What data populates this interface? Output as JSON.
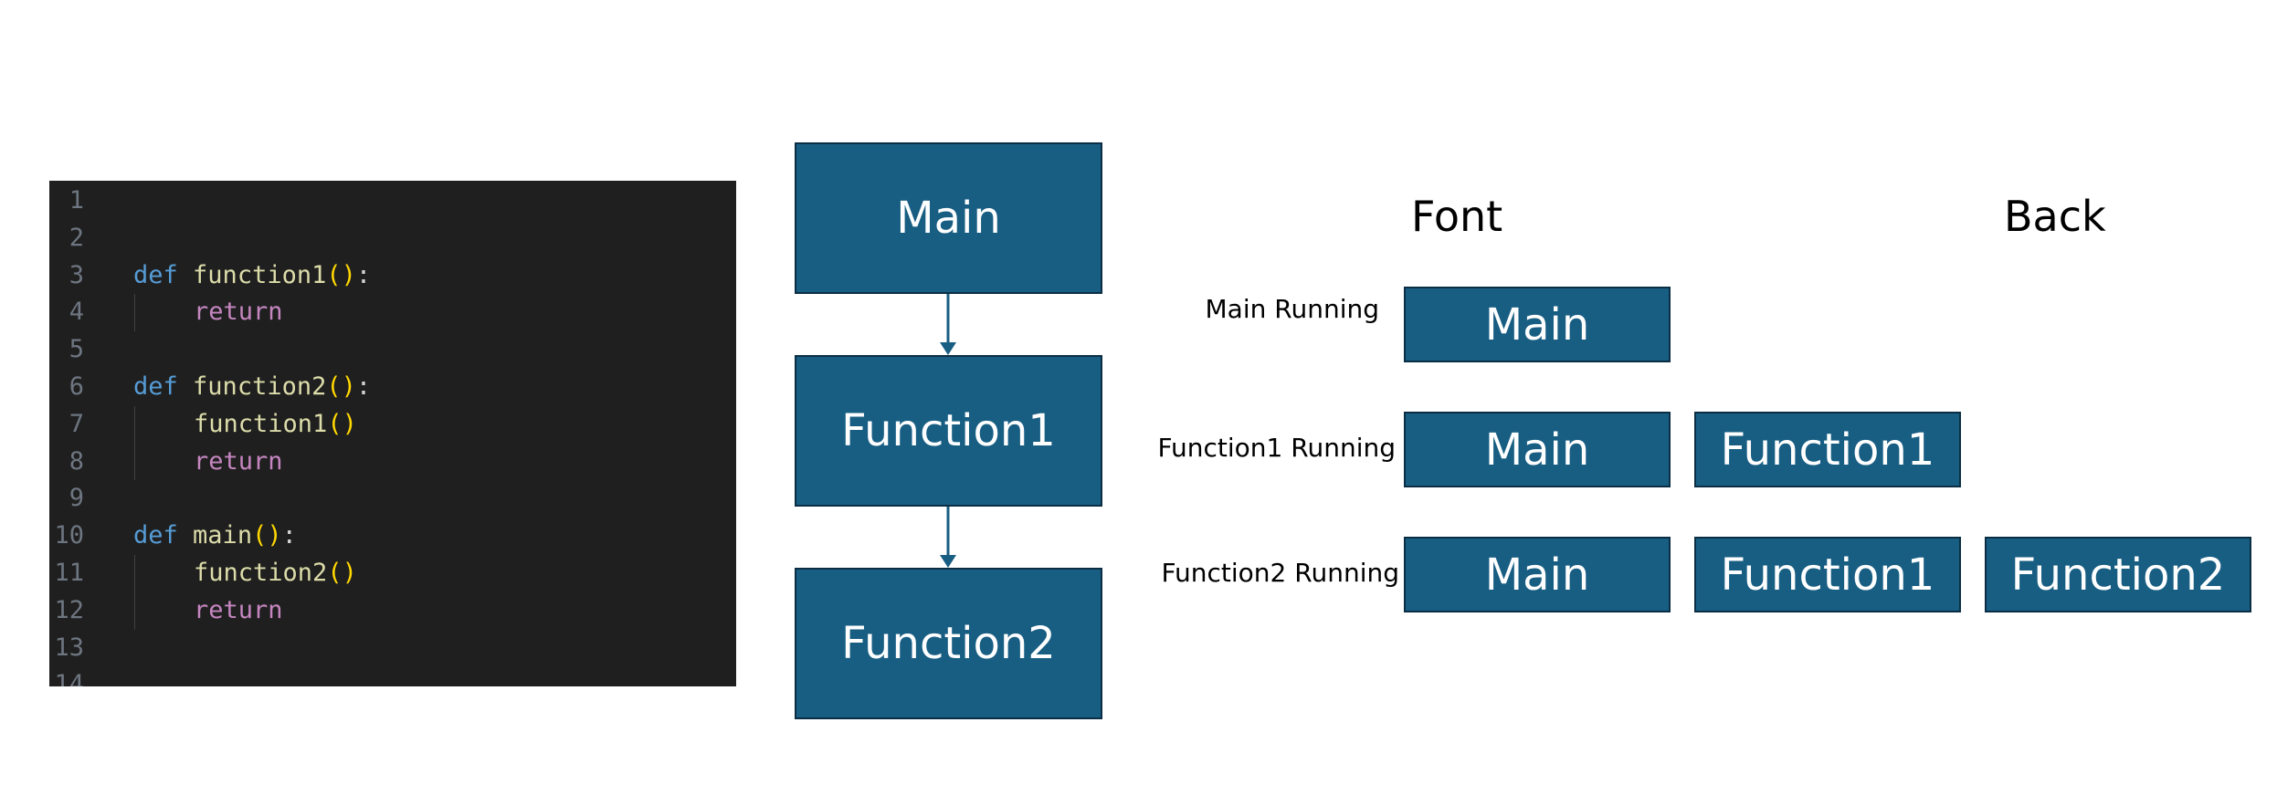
{
  "code_editor": {
    "lines": [
      {
        "num": "1",
        "indent": 0,
        "tokens": []
      },
      {
        "num": "2",
        "indent": 0,
        "tokens": []
      },
      {
        "num": "3",
        "indent": 0,
        "tokens": [
          {
            "text": "def",
            "type": "kw"
          },
          {
            "text": " ",
            "type": "pl"
          },
          {
            "text": "function1",
            "type": "fn"
          },
          {
            "text": "()",
            "type": "br"
          },
          {
            "text": ":",
            "type": "pl"
          }
        ]
      },
      {
        "num": "4",
        "indent": 1,
        "tokens": [
          {
            "text": "return",
            "type": "rt"
          }
        ]
      },
      {
        "num": "5",
        "indent": 0,
        "tokens": []
      },
      {
        "num": "6",
        "indent": 0,
        "tokens": [
          {
            "text": "def",
            "type": "kw"
          },
          {
            "text": " ",
            "type": "pl"
          },
          {
            "text": "function2",
            "type": "fn"
          },
          {
            "text": "()",
            "type": "br"
          },
          {
            "text": ":",
            "type": "pl"
          }
        ]
      },
      {
        "num": "7",
        "indent": 1,
        "tokens": [
          {
            "text": "function1",
            "type": "fn"
          },
          {
            "text": "()",
            "type": "br"
          }
        ]
      },
      {
        "num": "8",
        "indent": 1,
        "tokens": [
          {
            "text": "return",
            "type": "rt"
          }
        ]
      },
      {
        "num": "9",
        "indent": 0,
        "tokens": []
      },
      {
        "num": "10",
        "indent": 0,
        "tokens": [
          {
            "text": "def",
            "type": "kw"
          },
          {
            "text": " ",
            "type": "pl"
          },
          {
            "text": "main",
            "type": "fn"
          },
          {
            "text": "()",
            "type": "br"
          },
          {
            "text": ":",
            "type": "pl"
          }
        ]
      },
      {
        "num": "11",
        "indent": 1,
        "tokens": [
          {
            "text": "function2",
            "type": "fn"
          },
          {
            "text": "()",
            "type": "br"
          }
        ]
      },
      {
        "num": "12",
        "indent": 1,
        "tokens": [
          {
            "text": "return",
            "type": "rt"
          }
        ]
      },
      {
        "num": "13",
        "indent": 0,
        "tokens": []
      },
      {
        "num": "14",
        "indent": 0,
        "tokens": []
      }
    ]
  },
  "flow": {
    "main": "Main",
    "function1": "Function1",
    "function2": "Function2"
  },
  "stack": {
    "header_font": "Font",
    "header_back": "Back",
    "rows": [
      {
        "label": "Main Running",
        "frames": [
          "Main"
        ]
      },
      {
        "label": "Function1 Running",
        "frames": [
          "Main",
          "Function1"
        ]
      },
      {
        "label": "Function2 Running",
        "frames": [
          "Main",
          "Function1",
          "Function2"
        ]
      }
    ]
  },
  "colors": {
    "box_fill": "#185e83",
    "box_border": "#0b2e44",
    "editor_bg": "#1f1f1f",
    "keyword": "#569cd6",
    "function": "#dcdcaa",
    "bracket": "#ffd700",
    "return": "#c586c0"
  }
}
